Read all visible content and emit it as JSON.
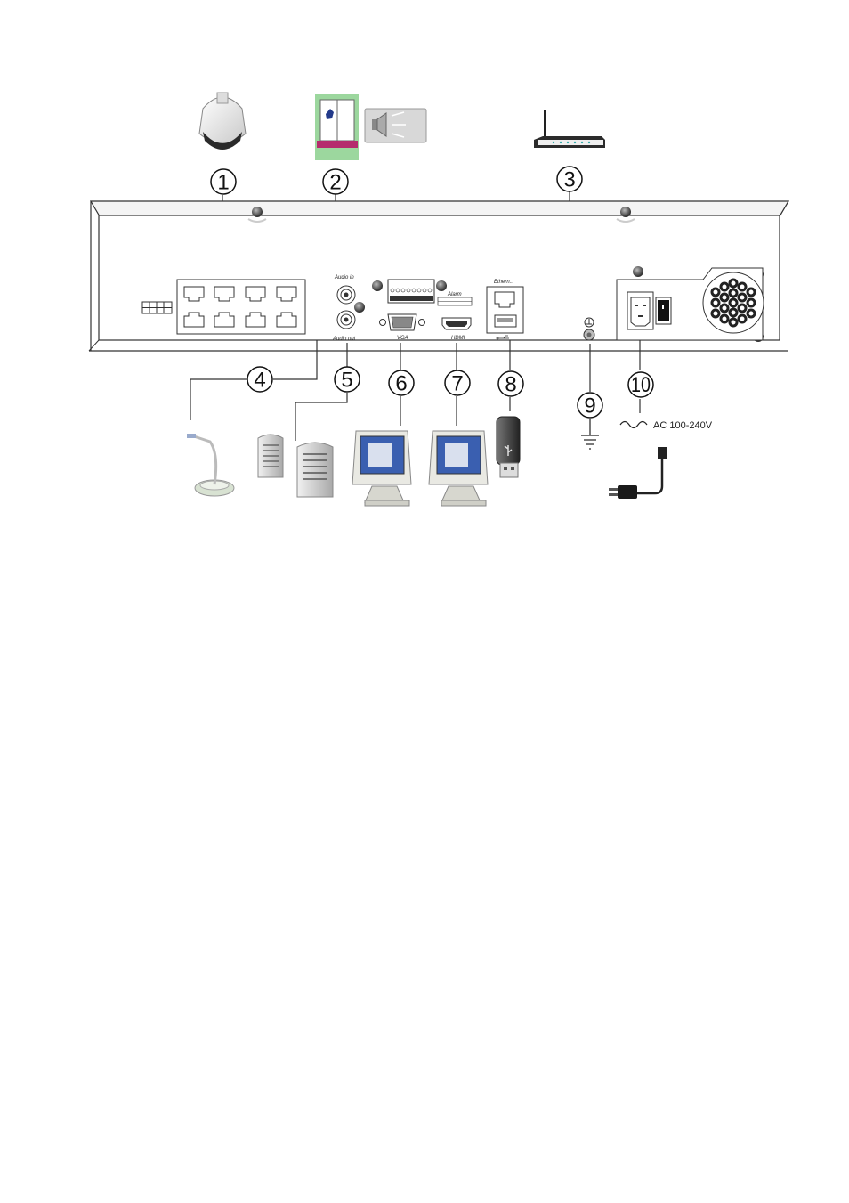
{
  "callouts": [
    "1",
    "2",
    "3",
    "4",
    "5",
    "6",
    "7",
    "8",
    "9",
    "10"
  ],
  "panel_labels": {
    "audio_in": "Audio in",
    "audio_out": "Audio out",
    "alarm": "Alarm",
    "ethernet": "Ethern...",
    "vga": "VGA",
    "hdmi": "HDMI"
  },
  "power_label": "AC 100-240V",
  "icons": [
    "dome-camera",
    "window-alarm-sensor",
    "siren-speaker",
    "router",
    "microphone",
    "speakers",
    "vga-monitor",
    "hdmi-monitor",
    "usb-drive",
    "ground-symbol",
    "power-plug"
  ]
}
